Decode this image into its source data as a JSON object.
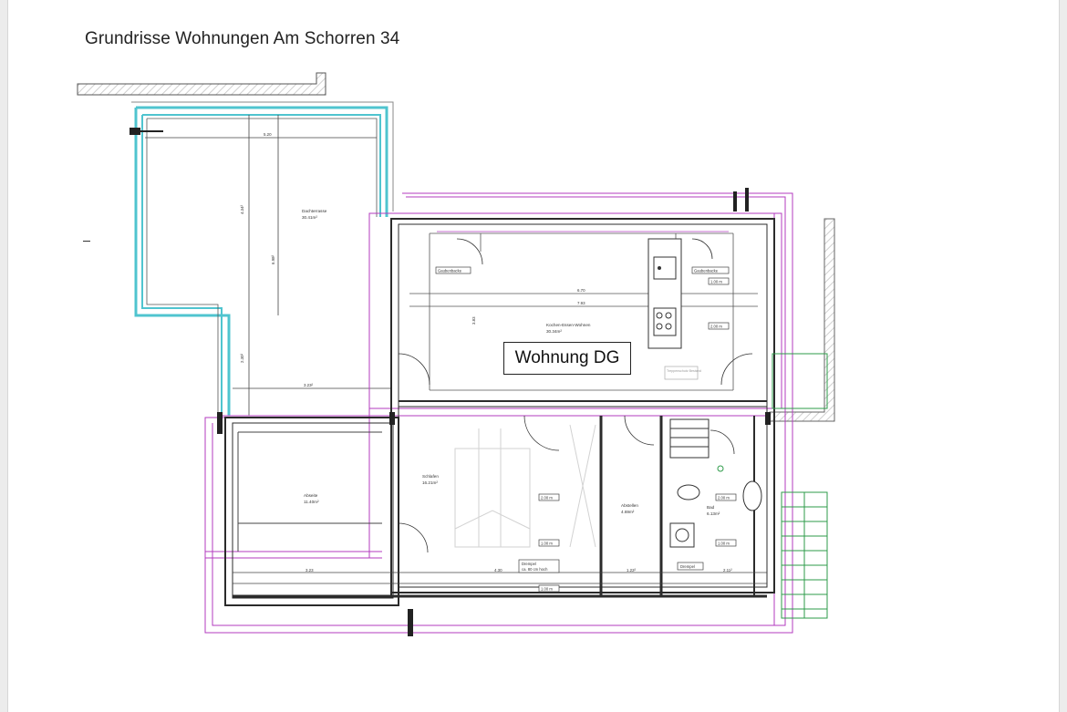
{
  "document": {
    "title": "Grundrisse Wohnungen Am Schorren 34",
    "unit_label": "Wohnung DG"
  },
  "rooms": [
    {
      "id": "dachterrasse",
      "name": "Dachterrasse",
      "area": "30.41m²"
    },
    {
      "id": "kochen",
      "name": "Kochen-Essen-Wohnen",
      "area": "30.34m²"
    },
    {
      "id": "schlafen",
      "name": "Schlafen",
      "area": "16.21m²"
    },
    {
      "id": "abseite",
      "name": "Abseite",
      "area": "11.40m²"
    },
    {
      "id": "abstellen",
      "name": "Abstellen",
      "area": "4.69m²"
    },
    {
      "id": "bad",
      "name": "Bad",
      "area": "6.13m²"
    }
  ],
  "dimensions": {
    "terrace_width": "5.20",
    "terrace_height_a": "4.34²",
    "terrace_height_b": "6.98²",
    "terrace_lower": "2.30²",
    "terrace_bottom": "3.23²",
    "living_inner": "6.70",
    "living_outer": "7.93",
    "living_depth": "3.83",
    "bottom_left": "3.23",
    "bottom_mid": "4.30",
    "bottom_store": "1.22²",
    "bottom_bath": "2.11²",
    "height_mark": "1.00 m",
    "height_mark_2": "2.00 m"
  },
  "labels": {
    "gaube_left": "Gaubenbacke",
    "gaube_right": "Gaubenbacke",
    "drempel_1": "Drempel",
    "drempel_1_note": "ca. 80 cm hoch",
    "drempel_2": "Drempel",
    "stair_note": "Treppenschutz Bestand"
  },
  "colors": {
    "wall": "#2b2b2b",
    "insulation": "#4fc4cf",
    "outline": "#b33bbf",
    "hatch": "#c8c8c8",
    "stair": "#2e9b4a"
  }
}
